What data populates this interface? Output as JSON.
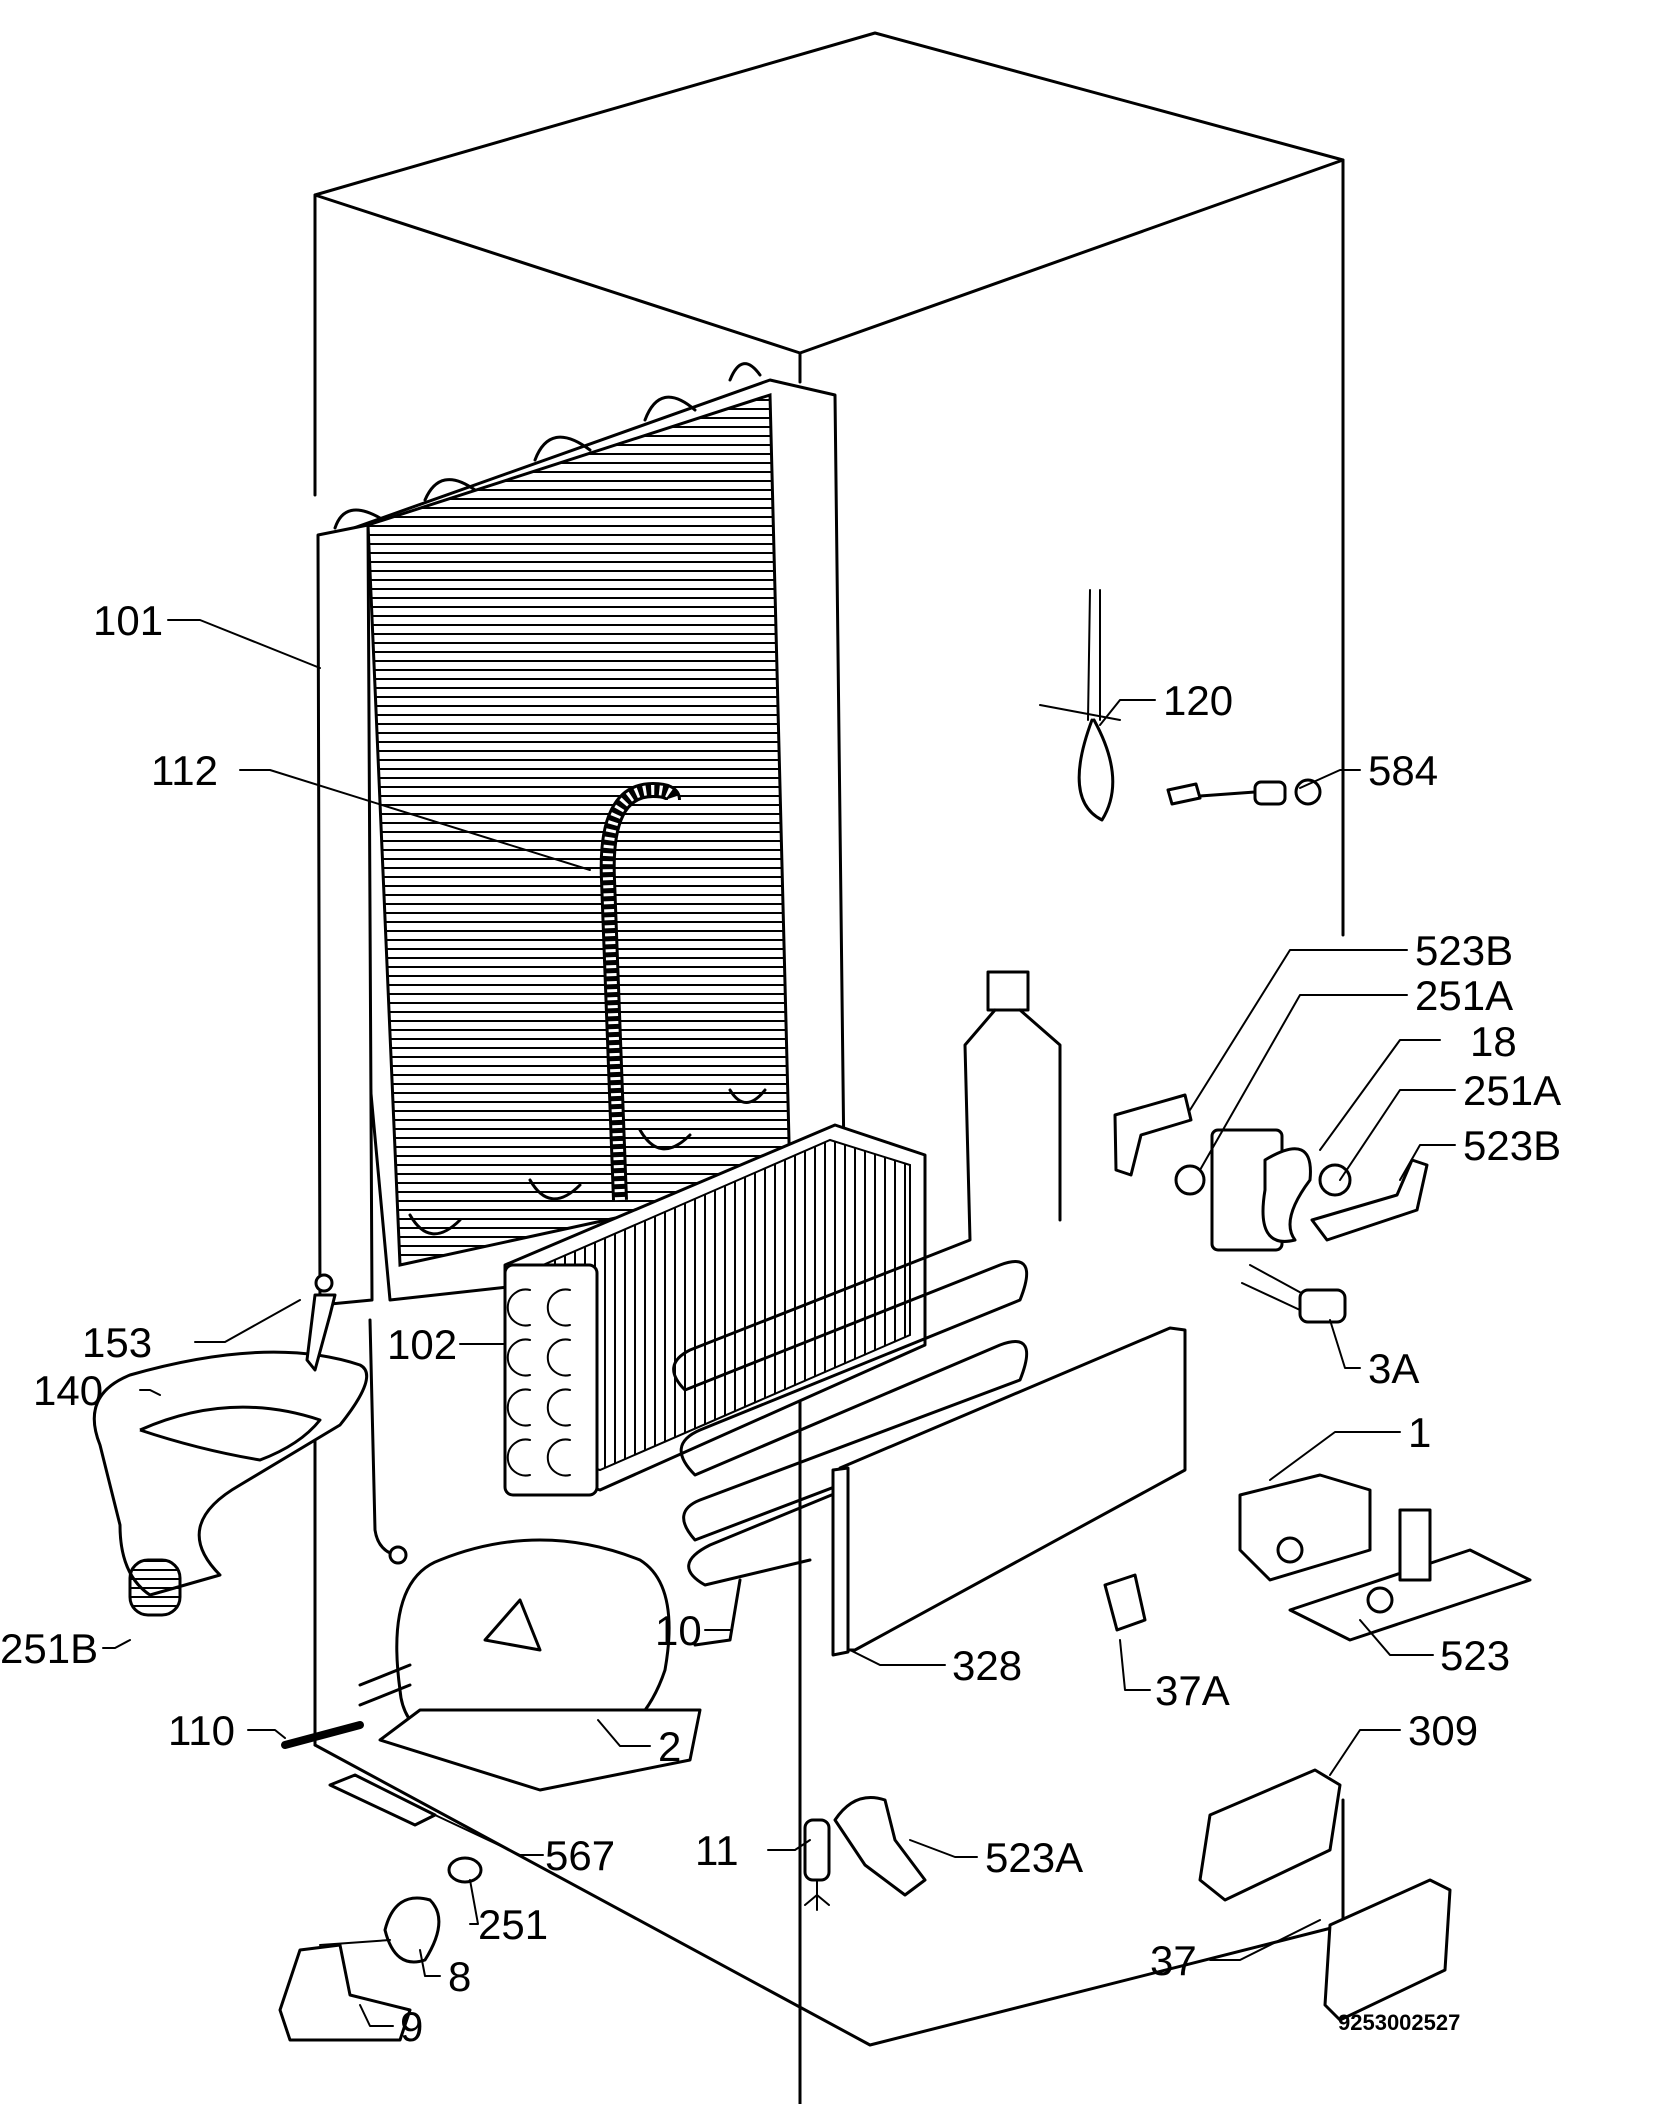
{
  "diagram": {
    "labels": {
      "p101": "101",
      "p112": "112",
      "p120": "120",
      "p584": "584",
      "p523b_top": "523B",
      "p251a_top": "251A",
      "p18": "18",
      "p251a_mid": "251A",
      "p523b_mid": "523B",
      "p153": "153",
      "p140": "140",
      "p102": "102",
      "p3a": "3A",
      "p1": "1",
      "p251b": "251B",
      "p10": "10",
      "p328": "328",
      "p523": "523",
      "p37a": "37A",
      "p110": "110",
      "p2": "2",
      "p309": "309",
      "p567": "567",
      "p11": "11",
      "p523a": "523A",
      "p251": "251",
      "p8": "8",
      "p37": "37",
      "p9": "9"
    },
    "drawing_code": "9253002527"
  }
}
